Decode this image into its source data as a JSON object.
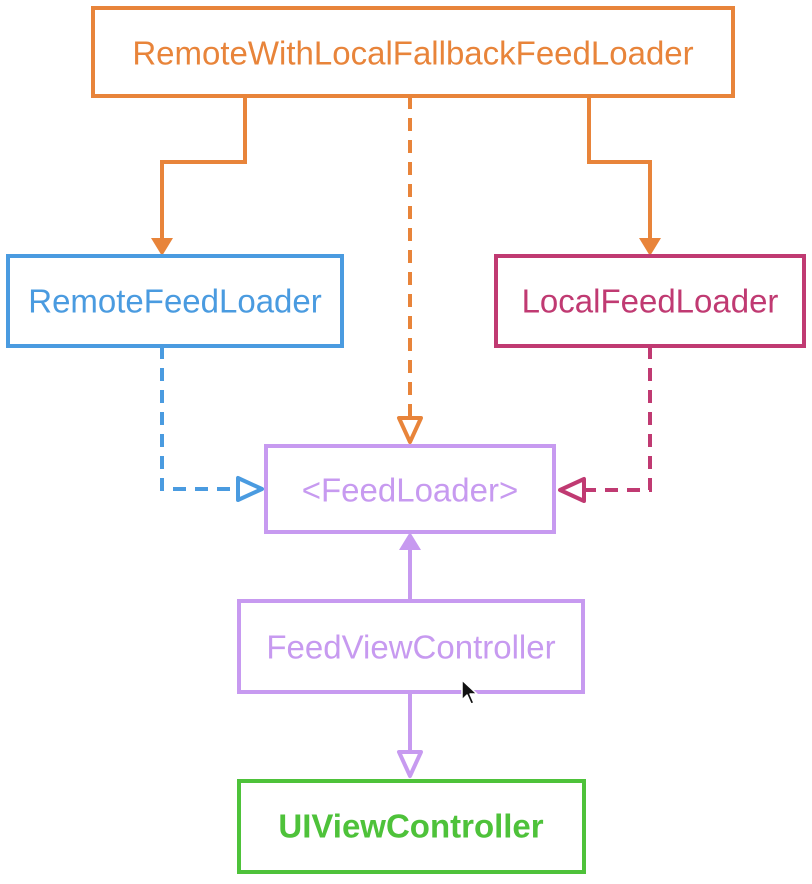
{
  "diagram": {
    "nodes": {
      "composite": {
        "label": "RemoteWithLocalFallbackFeedLoader",
        "color": "#E8843A"
      },
      "remote": {
        "label": "RemoteFeedLoader",
        "color": "#4A9BE0"
      },
      "local": {
        "label": "LocalFeedLoader",
        "color": "#C03A72"
      },
      "protocol": {
        "label": "<FeedLoader>",
        "color": "#C79AF0"
      },
      "view": {
        "label": "FeedViewController",
        "color": "#C79AF0"
      },
      "uikit": {
        "label": "UIViewController",
        "color": "#4EC23A"
      }
    },
    "edges": [
      {
        "from": "composite",
        "to": "remote",
        "kind": "composition"
      },
      {
        "from": "composite",
        "to": "local",
        "kind": "composition"
      },
      {
        "from": "composite",
        "to": "protocol",
        "kind": "conformance"
      },
      {
        "from": "remote",
        "to": "protocol",
        "kind": "conformance"
      },
      {
        "from": "local",
        "to": "protocol",
        "kind": "conformance"
      },
      {
        "from": "view",
        "to": "protocol",
        "kind": "dependency"
      },
      {
        "from": "view",
        "to": "uikit",
        "kind": "inheritance"
      }
    ],
    "cursor_icon": "mouse-pointer-icon"
  }
}
